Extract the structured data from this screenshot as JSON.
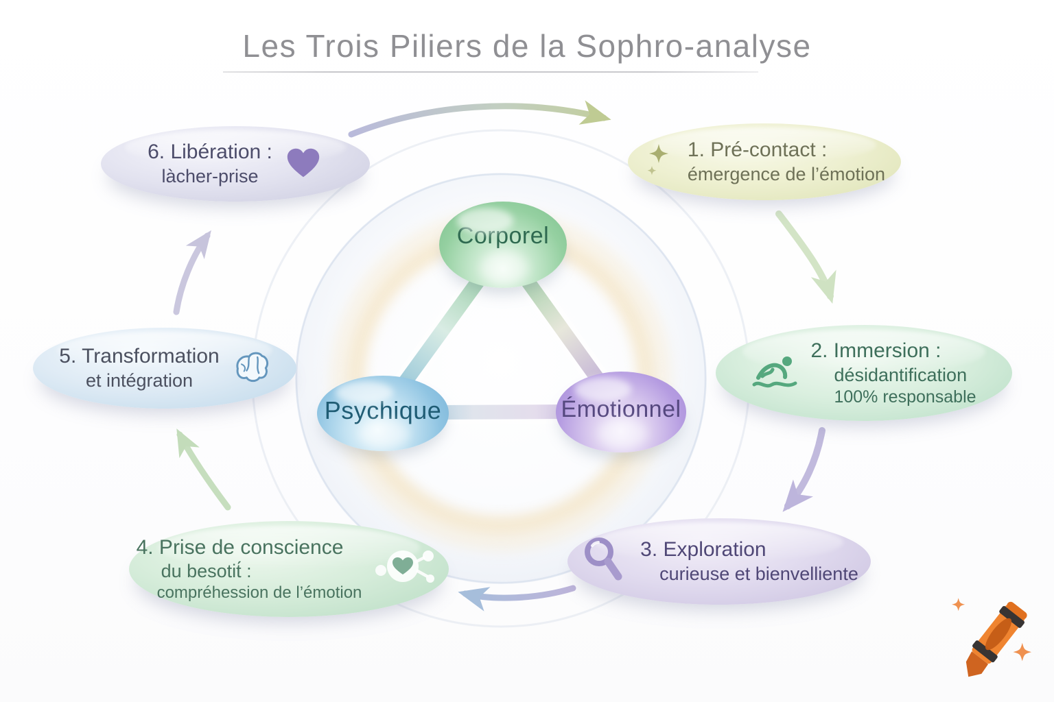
{
  "title": "Les Trois Piliers de la Sophro-analyse",
  "pillars": {
    "corporel": "Corporel",
    "psychique": "Psychique",
    "emotionnel": "Émotionnel"
  },
  "stages": {
    "s1": {
      "line1": "1. Pré-contact :",
      "line2": "émergence de l’émotion",
      "icon": "sparkle-icon"
    },
    "s2": {
      "line1": "2. Immersion :",
      "line2": "désidantification",
      "line3": "100% responsable",
      "icon": "swimmer-icon"
    },
    "s3": {
      "line1": "3. Exploration",
      "line2": "curieuse et bienvelliente",
      "icon": "magnifier-icon"
    },
    "s4": {
      "line1": "4. Prise de conscience",
      "line2": "du besotit́ :",
      "line3": "compréhession de l’émotion",
      "icon": "heart-molecule-icon"
    },
    "s5": {
      "line1": "5. Transformation",
      "line2": "et intégration",
      "icon": "brain-icon"
    },
    "s6": {
      "line1": "6. Libération :",
      "line2": "làcher-prise",
      "icon": "heart-icon"
    }
  },
  "colors": {
    "title_gray": "#8f8f93",
    "stage1_fill": "#eef0d1",
    "stage2_fill": "#daefdf",
    "stage3_fill": "#e1dbef",
    "stage4_fill": "#d7eddb",
    "stage5_fill": "#dfebf5",
    "stage6_fill": "#e3e3f0",
    "corporel_green": "#7cc08d",
    "psychique_blue": "#7ab3d7",
    "emotionnel_purple": "#a78ed7",
    "heart_purple": "#8d7bbd",
    "sparkle_olive": "#a9ae70",
    "swimmer_green": "#55a87e",
    "magnifier_purple": "#9d8fc7",
    "brain_blue": "#6496bd",
    "crayon_orange": "#ef8430"
  }
}
